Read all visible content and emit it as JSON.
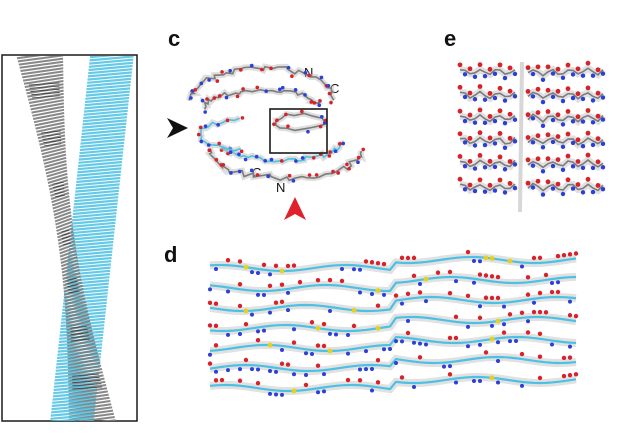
{
  "panels": {
    "c": {
      "label": "c",
      "terminal_labels": [
        "N",
        "C",
        "C",
        "N"
      ],
      "arrows": [
        {
          "name": "black-arrowhead",
          "color": "#111111"
        },
        {
          "name": "red-arrowhead",
          "color": "#e0202a"
        }
      ]
    },
    "d": {
      "label": "d"
    },
    "e": {
      "label": "e"
    }
  },
  "colors": {
    "chain_gray": "#7c7c7c",
    "chain_cyan": "#4cc1e3",
    "oxygen": "#d8222a",
    "nitrogen": "#2c3fd6",
    "sulfur": "#e6d21c",
    "density_mesh": "#bdbdbd"
  }
}
